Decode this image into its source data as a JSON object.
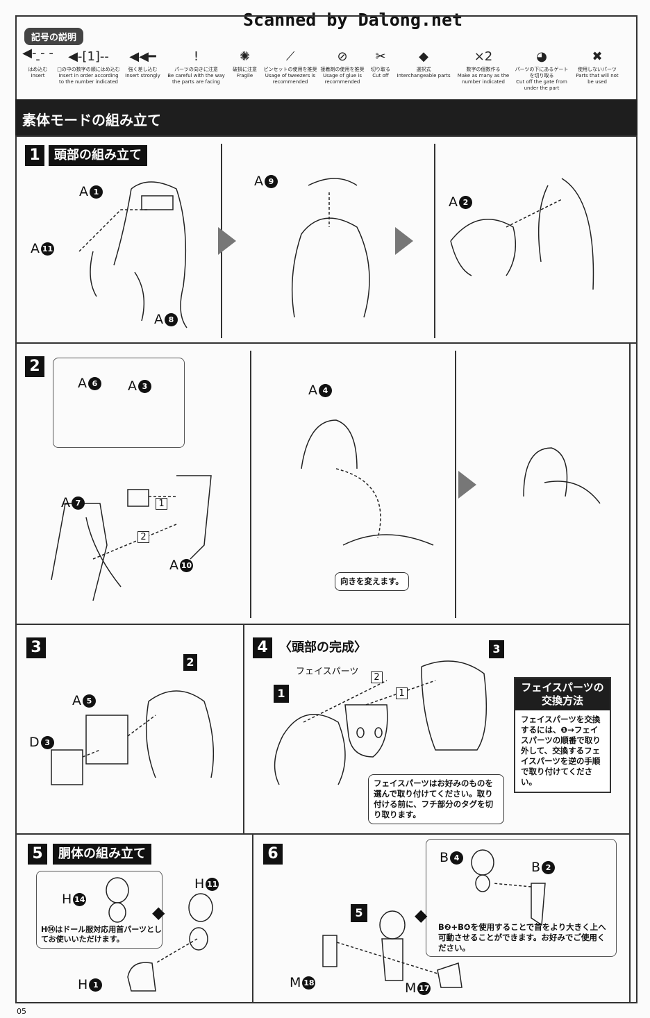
{
  "watermark": "Scanned by Dalong.net",
  "legend": {
    "title": "記号の説明",
    "items": [
      {
        "icon": "insert-arrow-icon",
        "glyph": "◀- - - -",
        "jp": "はめ込む",
        "en": "Insert"
      },
      {
        "icon": "insert-order-icon",
        "glyph": "◀-[1]--",
        "jp": "□の中の数字の順にはめ込む",
        "en": "Insert in order according to the number indicated"
      },
      {
        "icon": "insert-strongly-icon",
        "glyph": "◀◀━",
        "jp": "強く差し込む",
        "en": "Insert strongly"
      },
      {
        "icon": "caution-icon",
        "glyph": "!",
        "jp": "パーツの向きに注意",
        "en": "Be careful with the way the parts are facing"
      },
      {
        "icon": "fragile-icon",
        "glyph": "✺",
        "jp": "破損に注意",
        "en": "Fragile"
      },
      {
        "icon": "tweezers-icon",
        "glyph": "⟋",
        "jp": "ピンセットの使用を推奨",
        "en": "Usage of tweezers is recommended"
      },
      {
        "icon": "glue-icon",
        "glyph": "⊘",
        "jp": "接着剤の使用を推奨",
        "en": "Usage of glue is recommended"
      },
      {
        "icon": "cut-off-icon",
        "glyph": "✂",
        "jp": "切り取る",
        "en": "Cut off"
      },
      {
        "icon": "interchangeable-icon",
        "glyph": "◆",
        "jp": "選択式",
        "en": "Interchangeable parts"
      },
      {
        "icon": "times-two-icon",
        "glyph": "×2",
        "jp": "数字の個数作る",
        "en": "Make as many as the number indicated"
      },
      {
        "icon": "gate-cut-icon",
        "glyph": "◕",
        "jp": "パーツの下にあるゲートを切り取る",
        "en": "Cut off the gate from under the part"
      },
      {
        "icon": "not-used-icon",
        "glyph": "✖",
        "jp": "使用しないパーツ",
        "en": "Parts that will not be used"
      }
    ]
  },
  "banner": "素体モードの組み立て",
  "steps": {
    "s1": {
      "no": "1",
      "title": "頭部の組み立て",
      "parts": [
        [
          "A",
          "1"
        ],
        [
          "A",
          "11"
        ],
        [
          "A",
          "8"
        ],
        [
          "A",
          "9"
        ],
        [
          "A",
          "2"
        ]
      ]
    },
    "s2": {
      "no": "2",
      "parts": [
        [
          "A",
          "6"
        ],
        [
          "A",
          "3"
        ],
        [
          "A",
          "7"
        ],
        [
          "A",
          "10"
        ],
        [
          "A",
          "4"
        ]
      ],
      "order": [
        "1",
        "2"
      ],
      "note": "向きを変えます。"
    },
    "s3": {
      "no": "3",
      "parts": [
        [
          "A",
          "5"
        ],
        [
          "D",
          "3"
        ]
      ],
      "ref": "2"
    },
    "s4": {
      "no": "4",
      "title": "〈頭部の完成〉",
      "face_label": "フェイスパーツ",
      "refs": [
        "1",
        "3"
      ],
      "order": [
        "2",
        "1"
      ],
      "note": "フェイスパーツはお好みのものを選んで取り付けてください。取り付ける前に、フチ部分のタグを切り取ります。",
      "howto_title": "フェイスパーツの交換方法",
      "howto_body": "フェイスパーツを交換するには、❶→フェイスパーツの順番で取り外して、交換するフェイスパーツを逆の手順で取り付けてください。"
    },
    "s5": {
      "no": "5",
      "title": "胴体の組み立て",
      "parts": [
        [
          "H",
          "14"
        ],
        [
          "H",
          "11"
        ],
        [
          "H",
          "1"
        ]
      ],
      "note": "H⑭はドール服対応用首パーツとしてお使いいただけます。"
    },
    "s6": {
      "no": "6",
      "ref": "5",
      "parts": [
        [
          "B",
          "4"
        ],
        [
          "B",
          "2"
        ],
        [
          "M",
          "18"
        ],
        [
          "M",
          "17"
        ]
      ],
      "note": "B❷+B❹を使用することで首をより大きく上へ可動させることができます。お好みでご使用ください。"
    }
  },
  "page_number": "05"
}
